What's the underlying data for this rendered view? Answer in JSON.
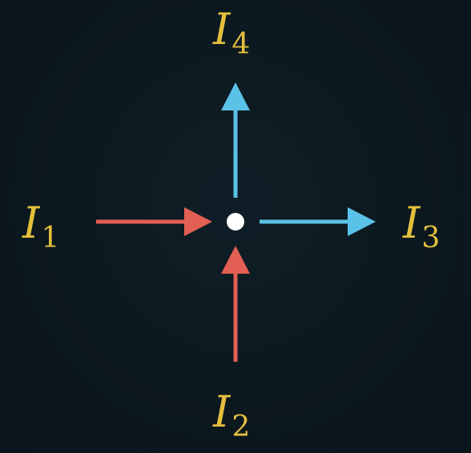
{
  "diagram": {
    "colors": {
      "background": "#0c1a21",
      "incoming": "#e35f54",
      "outgoing": "#5bc2e7",
      "label": "#e5c03d",
      "node": "#ffffff"
    },
    "currents": [
      {
        "id": "I1",
        "symbol": "I",
        "subscript": "1",
        "direction": "incoming",
        "side": "left"
      },
      {
        "id": "I2",
        "symbol": "I",
        "subscript": "2",
        "direction": "incoming",
        "side": "bottom"
      },
      {
        "id": "I3",
        "symbol": "I",
        "subscript": "3",
        "direction": "outgoing",
        "side": "right"
      },
      {
        "id": "I4",
        "symbol": "I",
        "subscript": "4",
        "direction": "outgoing",
        "side": "top"
      }
    ]
  }
}
